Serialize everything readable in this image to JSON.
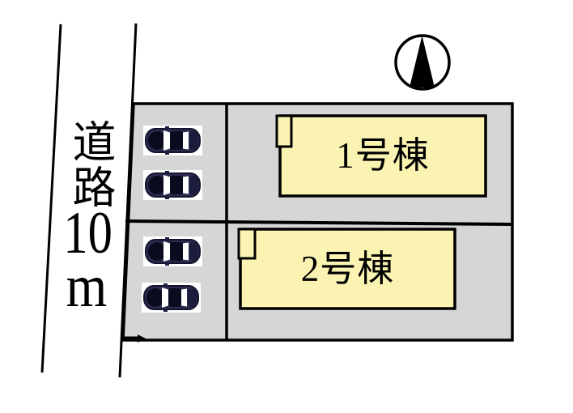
{
  "site_plan": {
    "road": {
      "label": "道路",
      "width_value": "10",
      "width_unit": "m"
    },
    "north_indicator": {
      "icon": "north-arrow-icon",
      "direction": "north-up"
    },
    "parcels": [
      {
        "building_label": "1号棟",
        "parking_car_count": 2
      },
      {
        "building_label": "2号棟",
        "parking_car_count": 2
      }
    ],
    "colors": {
      "background": "#ffffff",
      "site_fill": "#d6d6d6",
      "building_fill": "#faf3b2",
      "outline": "#000000",
      "car_body": "#2b2b4e",
      "car_dark": "#0b0b20"
    }
  }
}
